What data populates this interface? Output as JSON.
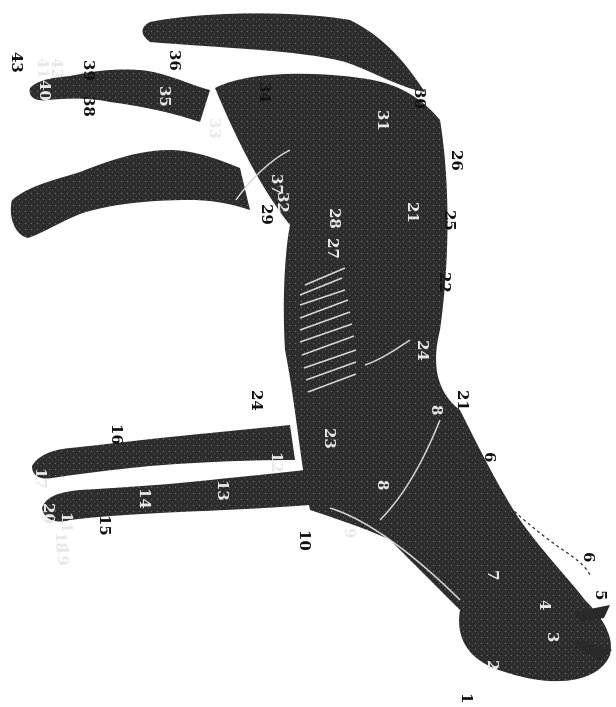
{
  "figure": {
    "callout_numbers": [
      "1",
      "2",
      "3",
      "4",
      "5",
      "6",
      "6",
      "7",
      "8",
      "8",
      "9",
      "10",
      "11",
      "12",
      "13",
      "14",
      "15",
      "16",
      "17",
      "18",
      "19",
      "20",
      "21",
      "21",
      "22",
      "23",
      "24",
      "24",
      "25",
      "26",
      "27",
      "28",
      "29",
      "30",
      "31",
      "32",
      "33",
      "34",
      "35",
      "36",
      "37",
      "38",
      "39",
      "40",
      "41",
      "42",
      "43"
    ]
  }
}
